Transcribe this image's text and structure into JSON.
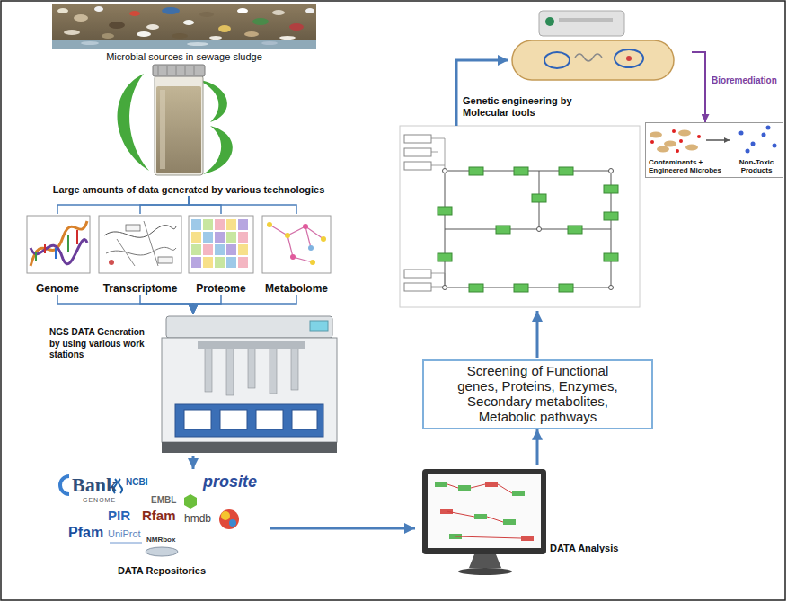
{
  "diagram": {
    "nodes": [
      {
        "text": [
          "Microbial sources in sewage sludge"
        ]
      },
      {
        "text": [
          "Large amounts of data generated by various technologies"
        ]
      },
      {
        "text": [
          "Genome"
        ]
      },
      {
        "text": [
          "Transcriptome"
        ]
      },
      {
        "text": [
          "Proteome"
        ]
      },
      {
        "text": [
          "Metabolome"
        ]
      },
      {
        "text": [
          "NGS DATA Generation by using various work stations"
        ]
      },
      {
        "text": [
          "DATA Repositories"
        ]
      },
      {
        "text": [
          "DATA Analysis"
        ]
      },
      {
        "text": [
          "Screening of Functional genes, Proteins, Enzymes, Secondary metabolites, Metabolic pathways"
        ]
      },
      {
        "text": [
          "Genetic engineering by Molecular tools"
        ]
      },
      {
        "text": [
          "Contaminants + Engineered Microbes",
          "Non-Toxic Products"
        ]
      }
    ],
    "edges": [
      {
        "from": 1,
        "to": 2,
        "arrow": "none"
      },
      {
        "from": 1,
        "to": 3,
        "arrow": "none"
      },
      {
        "from": 1,
        "to": 4,
        "arrow": "none"
      },
      {
        "from": 1,
        "to": 5,
        "arrow": "none"
      },
      {
        "from": 2,
        "to": 6,
        "arrow": "to"
      },
      {
        "from": 3,
        "to": 6,
        "arrow": "to"
      },
      {
        "from": 4,
        "to": 6,
        "arrow": "to"
      },
      {
        "from": 5,
        "to": 6,
        "arrow": "to"
      },
      {
        "from": 6,
        "to": 7,
        "arrow": "to"
      },
      {
        "from": 7,
        "to": 8,
        "arrow": "to"
      },
      {
        "from": 8,
        "to": 9,
        "arrow": "to"
      },
      {
        "from": 10,
        "to": 11,
        "label": "Bioremediation",
        "arrow": "to"
      }
    ],
    "labels": [
      "Bank",
      "GENOME",
      "NCBI",
      "EMBL",
      "prosite",
      "PIR",
      "Rfam",
      "hmdb",
      "Pfam",
      "UniProt",
      "NMRbox"
    ]
  }
}
